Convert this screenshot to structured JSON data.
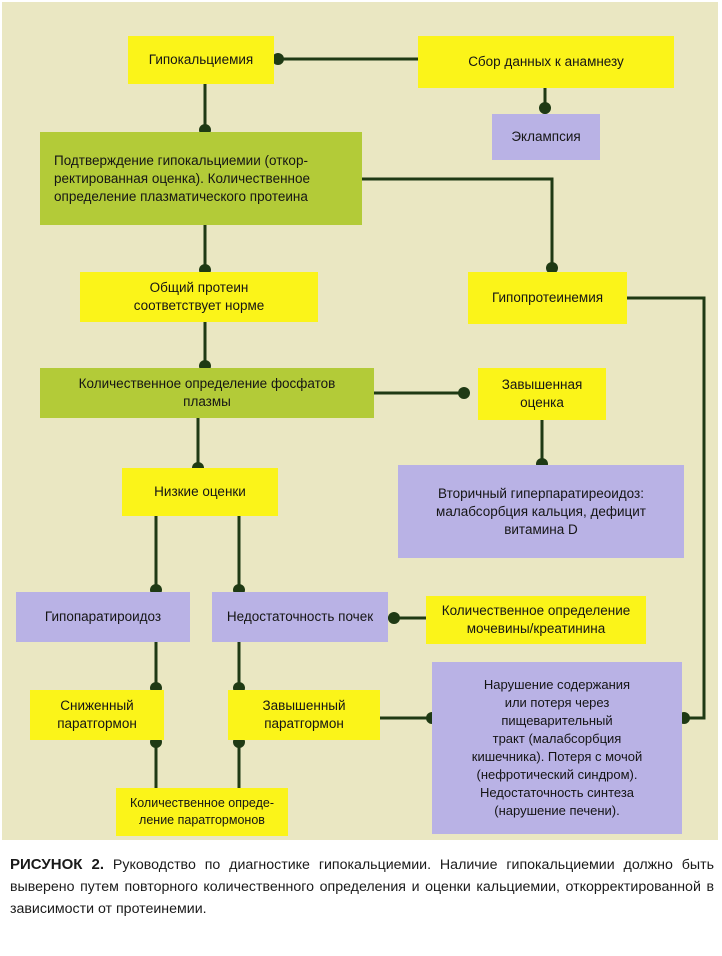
{
  "nodes": {
    "hypocalcemia": "Гипокальциемия",
    "history": "Сбор данных к анамнезу",
    "eclampsia": "Эклампсия",
    "confirm_l1": "Подтверждение гипокальциемии (откор-",
    "confirm_l2": "ректированная оценка). Количественное",
    "confirm_l3": "определение плазматического протеина",
    "protein_normal_l1": "Общий протеин",
    "protein_normal_l2": "соответствует норме",
    "hypoproteinemia": "Гипопротеинемия",
    "phosphate_l1": "Количественное определение фосфатов",
    "phosphate_l2": "плазмы",
    "elevated_l1": "Завышенная",
    "elevated_l2": "оценка",
    "low": "Низкие оценки",
    "secondary_l1": "Вторичный гиперпаратиреоидоз:",
    "secondary_l2": "малабсорбция кальция, дефицит",
    "secondary_l3": "витамина D",
    "hypopara": "Гипопаратироидоз",
    "renal": "Недостаточность почек",
    "urea_l1": "Количественное определение",
    "urea_l2": "мочевины/креатинина",
    "pth_low_l1": "Сниженный",
    "pth_low_l2": "паратгормон",
    "pth_high_l1": "Завышенный",
    "pth_high_l2": "паратгормон",
    "loss_l1": "Нарушение содержания",
    "loss_l2": "или потеря через",
    "loss_l3": "пищеварительный",
    "loss_l4": "тракт (малабсорбция",
    "loss_l5": "кишечника). Потеря с мочой",
    "loss_l6": "(нефротический синдром).",
    "loss_l7": "Недостаточность синтеза",
    "loss_l8": "(нарушение печени).",
    "pth_measure_l1": "Количественное опреде-",
    "pth_measure_l2": "ление паратгормонов"
  },
  "caption": {
    "label": "РИСУНОК 2.",
    "text": "Руководство по диагностике гипокальциемии. Наличие гипокальциемии должно быть выверено путем повторного количественного определения и оценки кальциемии, откорректированной в зависимости от протеинемии."
  },
  "colors": {
    "background": "#eae7c2",
    "yellow": "#fbf419",
    "green": "#b3cb38",
    "purple": "#b9b2e5",
    "connector": "#1f3a14"
  }
}
